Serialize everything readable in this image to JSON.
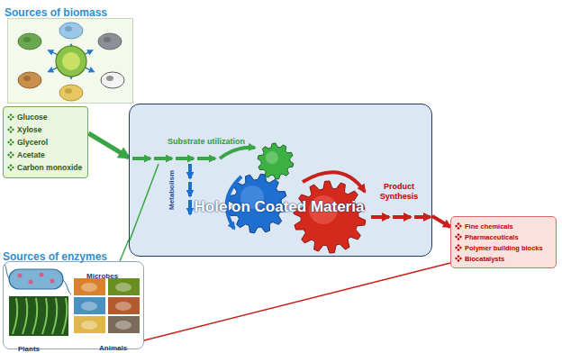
{
  "diagram": {
    "nodes": [
      {
        "text": [
          "Sources of biomass"
        ]
      },
      {
        "text": [
          "Glucose",
          "Xylose",
          "Glycerol",
          "Acetate",
          "Carbon monoxide"
        ]
      },
      {
        "text": [
          "Substrate utilization",
          "Metabolism",
          "Product Synthesis"
        ]
      },
      {
        "text": [
          "Fine chemicals",
          "Pharmaceuticals",
          "Polymer building blocks",
          "Biocatalysts"
        ]
      },
      {
        "text": [
          "Sources of enzymes",
          "Microbes",
          "Animals",
          "Plants"
        ]
      }
    ],
    "edges": [
      {
        "from": 1,
        "to": 2,
        "arrow": "to"
      },
      {
        "from": 4,
        "to": 2,
        "arrow": "none"
      },
      {
        "from": 2,
        "to": 3,
        "arrow": "to"
      },
      {
        "from": 4,
        "to": 3,
        "arrow": "none"
      }
    ],
    "labels": [
      "Hole on Coated Materia"
    ]
  }
}
